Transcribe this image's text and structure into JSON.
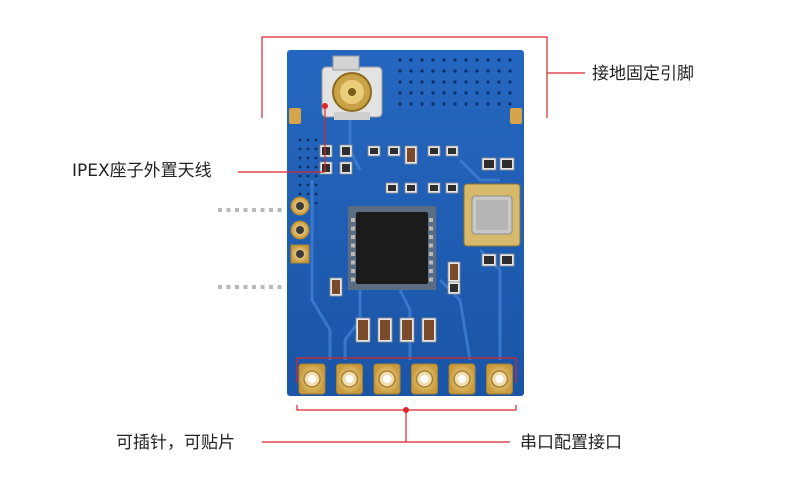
{
  "labels": {
    "fixing_pins": "接地固定引脚",
    "ipex_antenna": "IPEX座子外置天线",
    "pluggable_smd": "可插针，可贴片",
    "serial_config": "串口配置接口"
  },
  "colors": {
    "pcb": "#1e5fb3",
    "callout": "#d9262c",
    "gold": "#d4a94b",
    "chip": "#1c1c1c"
  }
}
